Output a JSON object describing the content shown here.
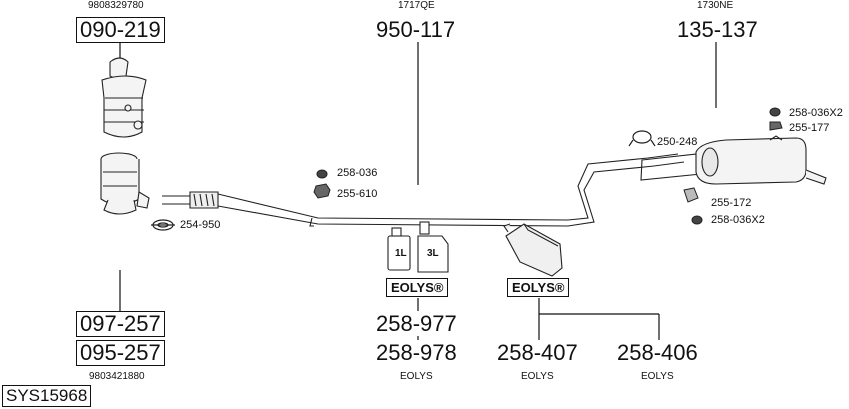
{
  "diagram": {
    "system_code": "SYS15968",
    "left": {
      "top_ref": "9808329780",
      "top_part": "090-219",
      "bottom_part_1": "097-257",
      "bottom_part_2": "095-257",
      "bottom_ref": "9803421880"
    },
    "center": {
      "ref": "1717QE",
      "part": "950-117"
    },
    "right": {
      "ref": "1730NE",
      "part": "135-137"
    },
    "callouts": {
      "c258_036": "258-036",
      "c255_610": "255-610",
      "c254_950": "254-950",
      "c250_248": "250-248",
      "c258_036x2_top": "258-036X2",
      "c255_177": "255-177",
      "c255_172": "255-172",
      "c258_036x2_bottom": "258-036X2"
    },
    "bottles": {
      "small_label": "1L",
      "large_label": "3L"
    },
    "eolys_logo": "EOLYS®",
    "eolys_groups": [
      {
        "part_1": "258-977",
        "part_2": "258-978",
        "caption": "EOLYS"
      },
      {
        "part": "258-407",
        "caption": "EOLYS"
      },
      {
        "part": "258-406",
        "caption": "EOLYS"
      }
    ]
  }
}
